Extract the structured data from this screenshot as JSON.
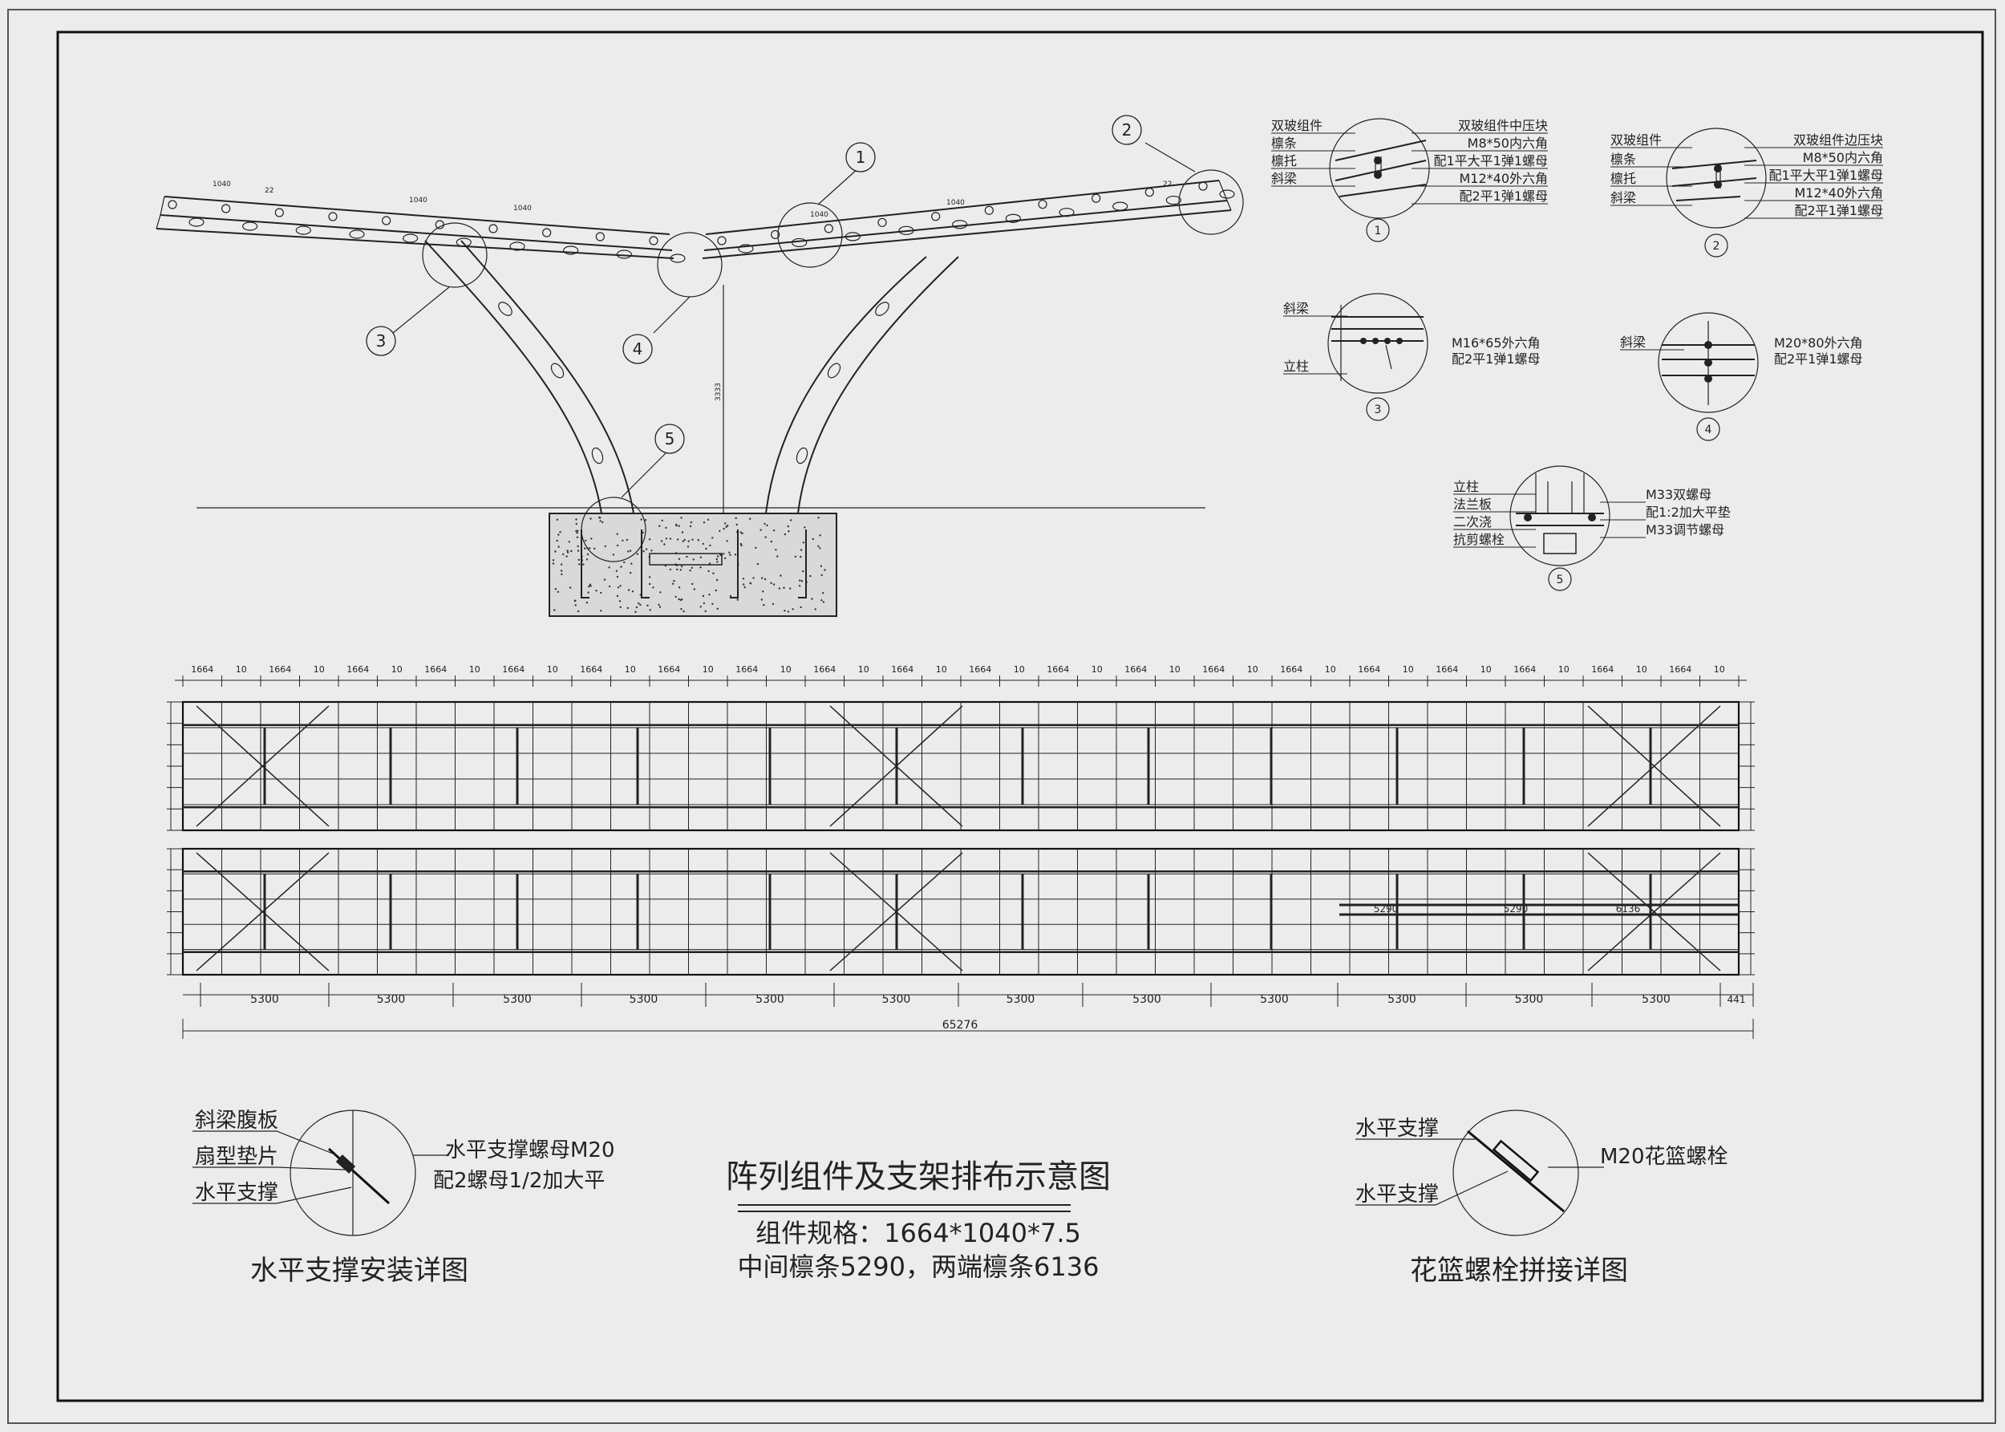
{
  "section": {
    "callouts": [
      "1",
      "2",
      "3",
      "4",
      "5"
    ],
    "dim_1040": "1040",
    "dim_22": "22",
    "height_dim": "3333"
  },
  "details": {
    "d1": {
      "id": "1",
      "left": [
        "双玻组件",
        "檩条",
        "檩托",
        "斜梁"
      ],
      "right": [
        "双玻组件中压块",
        "M8*50内六角",
        "配1平大平1弹1螺母",
        "M12*40外六角",
        "配2平1弹1螺母"
      ]
    },
    "d2": {
      "id": "2",
      "left": [
        "双玻组件",
        "檩条",
        "檩托",
        "斜梁"
      ],
      "right": [
        "双玻组件边压块",
        "M8*50内六角",
        "配1平大平1弹1螺母",
        "M12*40外六角",
        "配2平1弹1螺母"
      ]
    },
    "d3": {
      "id": "3",
      "left": [
        "斜梁",
        "立柱"
      ],
      "right": [
        "M16*65外六角",
        "配2平1弹1螺母"
      ]
    },
    "d4": {
      "id": "4",
      "left": [
        "斜梁"
      ],
      "right": [
        "M20*80外六角",
        "配2平1弹1螺母"
      ]
    },
    "d5": {
      "id": "5",
      "left": [
        "立柱",
        "法兰板",
        "二次浇",
        "抗剪螺栓"
      ],
      "right": [
        "M33双螺母",
        "配1:2加大平垫",
        "M33调节螺母"
      ]
    }
  },
  "plan": {
    "top_dims": [
      "1664",
      "10"
    ],
    "bay_dims": [
      "5300",
      "5300",
      "5300",
      "5300",
      "5300",
      "5300",
      "5300",
      "5300",
      "5300",
      "5300",
      "5300",
      "5300"
    ],
    "end_dim": "441",
    "total_dim": "65276",
    "purlin_dims": [
      "5290",
      "5290",
      "6136"
    ]
  },
  "bracing_detail": {
    "labels_left": [
      "斜梁腹板",
      "扇型垫片",
      "水平支撑"
    ],
    "label_right_1": "水平支撑螺母M20",
    "label_right_2": "配2螺母1/2加大平",
    "title": "水平支撑安装详图"
  },
  "main_title": {
    "title": "阵列组件及支架排布示意图",
    "spec": "组件规格：1664*1040*7.5",
    "purlin": "中间檩条5290，两端檩条6136"
  },
  "turnbuckle_detail": {
    "labels_left": [
      "水平支撑",
      "水平支撑"
    ],
    "label_right": "M20花篮螺栓",
    "title": "花篮螺栓拼接详图"
  }
}
